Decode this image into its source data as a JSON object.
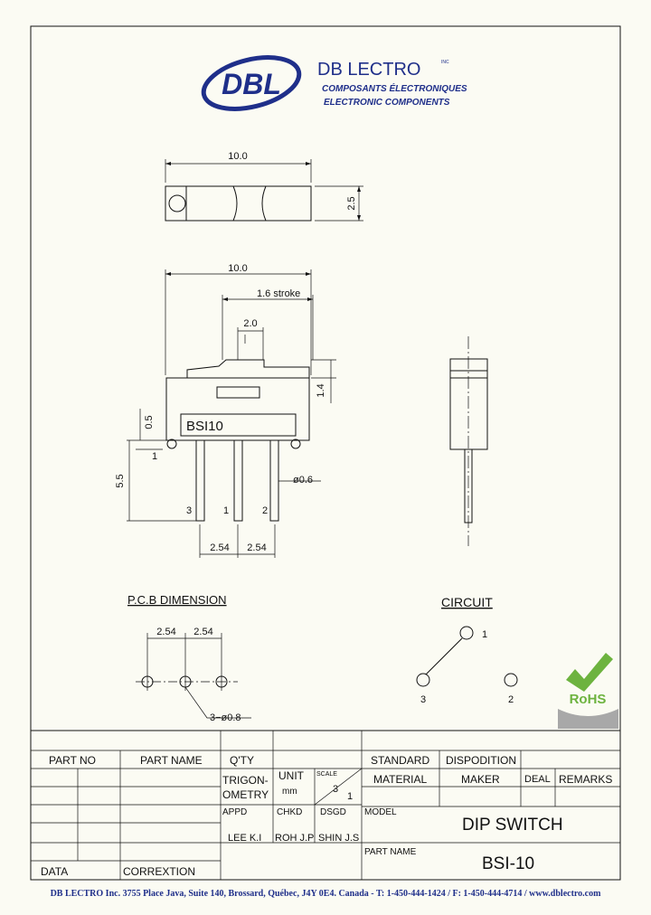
{
  "company": {
    "logo_text": "DBL",
    "name": "DB LECTRO",
    "name_suffix": "INC",
    "tagline_fr": "COMPOSANTS ÉLECTRONIQUES",
    "tagline_en": "ELECTRONIC COMPONENTS"
  },
  "dimensions": {
    "top_width": "10.0",
    "top_height": "2.5",
    "side_width": "10.0",
    "stroke": "1.6  stroke",
    "actuator_width": "2.0",
    "actuator_height": "1.4",
    "body_offset": "0.5",
    "pin_length": "5.5",
    "pin_diameter": "ø0.6",
    "pitch_1": "2.54",
    "pitch_2": "2.54",
    "body_label": "BSI10",
    "leader_1": "1"
  },
  "pins": {
    "left": "3",
    "middle": "1",
    "right": "2"
  },
  "pcb": {
    "title": "P.C.B  DIMENSION",
    "pitch_1": "2.54",
    "pitch_2": "2.54",
    "holes": "3−ø0.8"
  },
  "circuit": {
    "title": "CIRCUIT",
    "pin_top": "1",
    "pin_left": "3",
    "pin_right": "2"
  },
  "rohs": {
    "label": "RoHS"
  },
  "title_block": {
    "part_no": "PART  NO",
    "part_name": "PART  NAME",
    "qty": "Q'TY",
    "trigonometry_1": "TRIGON-",
    "trigonometry_2": "OMETRY",
    "unit": "UNIT",
    "unit_value": "mm",
    "scale": "SCALE",
    "scale_num": "3",
    "scale_den": "1",
    "appd": "APPD",
    "chkd": "CHKD",
    "dsgd": "DSGD",
    "appd_name": "LEE  K.I",
    "chkd_name": "ROH  J.P",
    "dsgd_name": "SHIN  J.S",
    "standard": "STANDARD",
    "disposition": "DISPODITION",
    "material": "MATERIAL",
    "maker": "MAKER",
    "deal": "DEAL",
    "remarks": "REMARKS",
    "model": "MODEL",
    "model_value": "DIP SWITCH",
    "part_name_label": "PART  NAME",
    "part_name_value": "BSI-10",
    "data": "DATA",
    "correxion": "CORREXTION"
  },
  "footer": "DB LECTRO  Inc. 3755 Place Java, Suite 140, Brossard, Québec, J4Y 0E4. Canada - T: 1-450-444-1424 / F: 1-450-444-4714 / www.dblectro.com",
  "colors": {
    "brand": "#1f2f8a",
    "rohs_green": "#6db33f"
  }
}
